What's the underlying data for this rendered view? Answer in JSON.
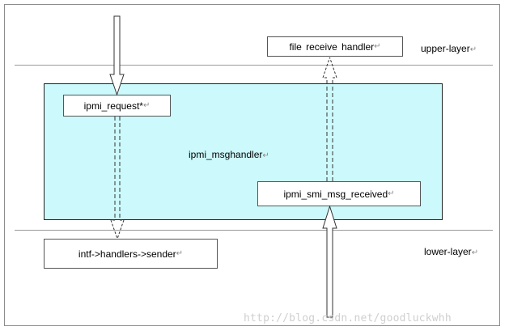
{
  "boxes": {
    "file_receive_handler": "file  receive  handler",
    "ipmi_request": "ipmi_request*",
    "ipmi_smi_msg_received": "ipmi_smi_msg_received",
    "intf_sender": "intf->handlers->sender"
  },
  "labels": {
    "ipmi_msghandler": "ipmi_msghandler",
    "upper_layer": "upper-layer",
    "lower_layer": "lower-layer",
    "paragraph_mark": "↵"
  },
  "watermark": "http://blog.csdn.net/goodluckwhh",
  "colors": {
    "module_fill": "#ccf9fb",
    "watermark": "#cfcfcf"
  }
}
